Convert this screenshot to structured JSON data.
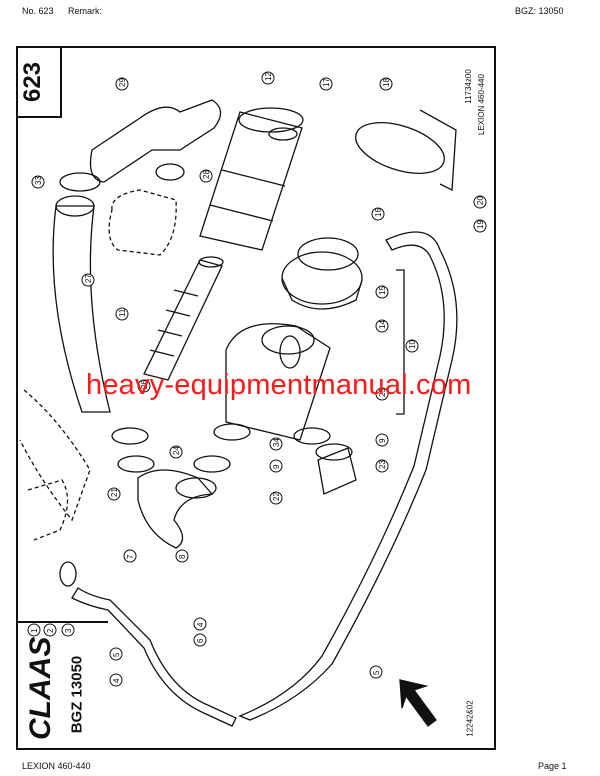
{
  "header": {
    "doc_no": "No. 623",
    "remark": "Remark:",
    "bgz": "BGZ: 13050"
  },
  "footer": {
    "model": "LEXION 460-440",
    "page": "Page 1"
  },
  "drawing": {
    "page_number": "623",
    "drawing_code": "11734z00",
    "model_range": "LEXION 460-440",
    "brand": "CLAAS",
    "group": "BGZ 13050",
    "stamp": "12242&02",
    "callouts": [
      "1",
      "2",
      "3",
      "4",
      "5",
      "6",
      "7",
      "8",
      "9",
      "10",
      "11",
      "12",
      "14",
      "15",
      "16",
      "17",
      "18",
      "19",
      "20",
      "21",
      "22",
      "23",
      "24",
      "25",
      "26",
      "27",
      "28",
      "29",
      "33",
      "34"
    ]
  },
  "watermark": "heavy-equipmentmanual.com"
}
